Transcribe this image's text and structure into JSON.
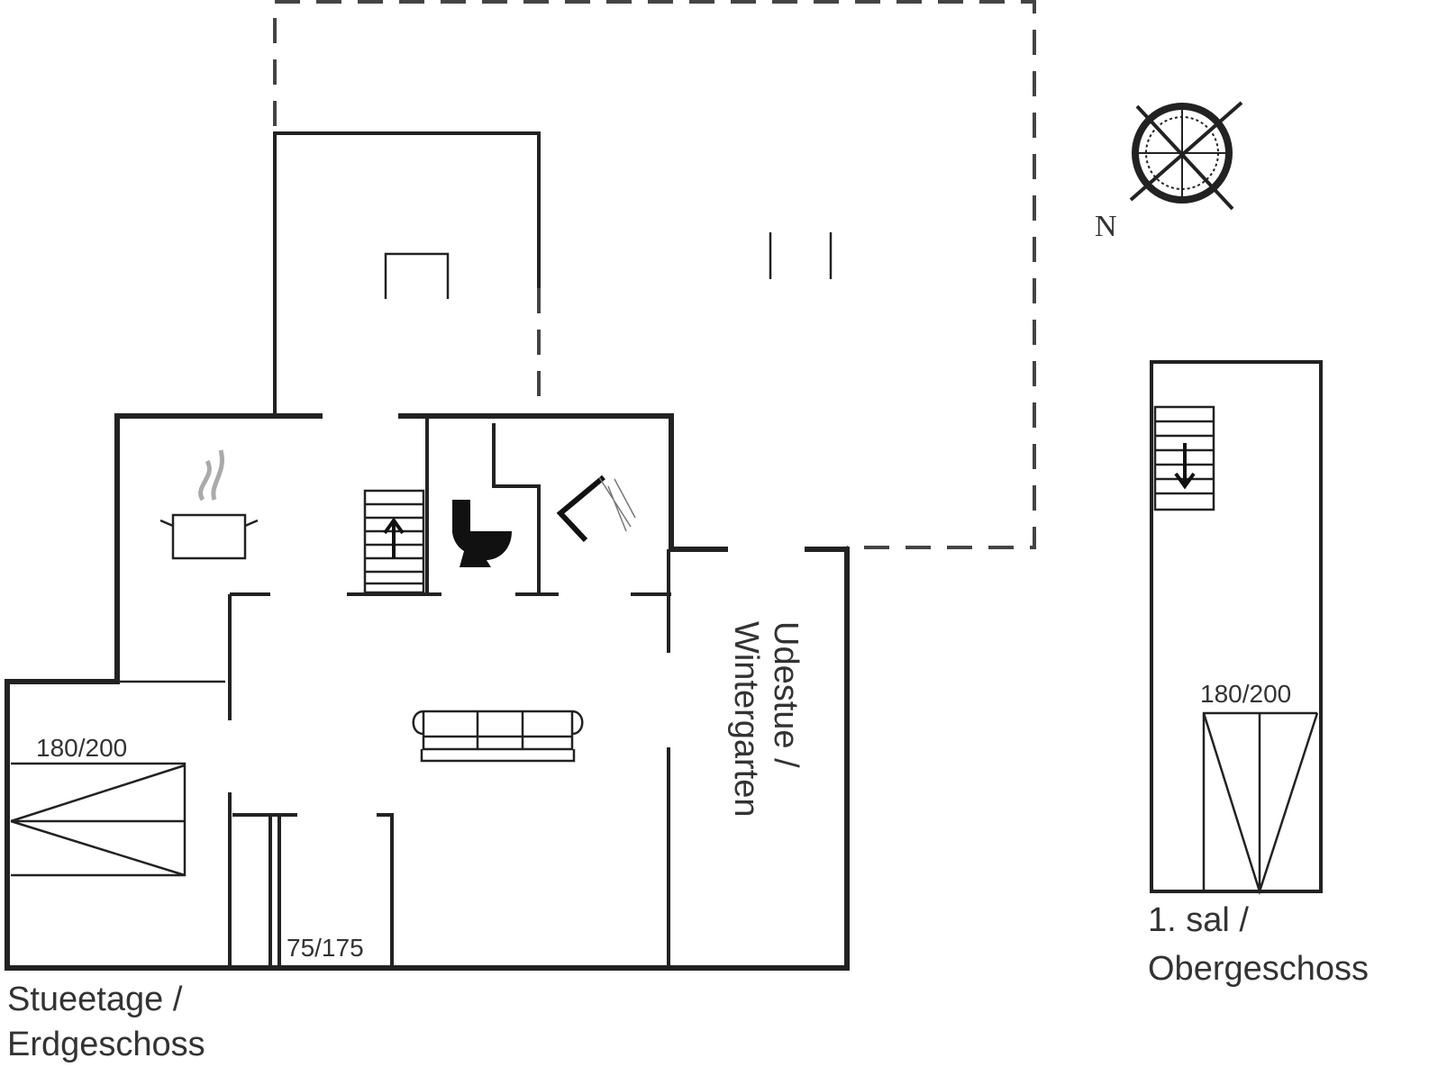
{
  "ground_floor": {
    "label_line1": "Stueetage /",
    "label_line2": "Erdgeschoss",
    "bed_size": "180/200",
    "closet_bed_size": "75/175",
    "conservatory_line1": "Udestue /",
    "conservatory_line2": "Wintergarten"
  },
  "first_floor": {
    "label_line1": "1. sal /",
    "label_line2": "Obergeschoss",
    "bed_size": "180/200"
  },
  "compass": {
    "north_label": "N"
  },
  "colors": {
    "line": "#222222",
    "background": "#ffffff"
  }
}
